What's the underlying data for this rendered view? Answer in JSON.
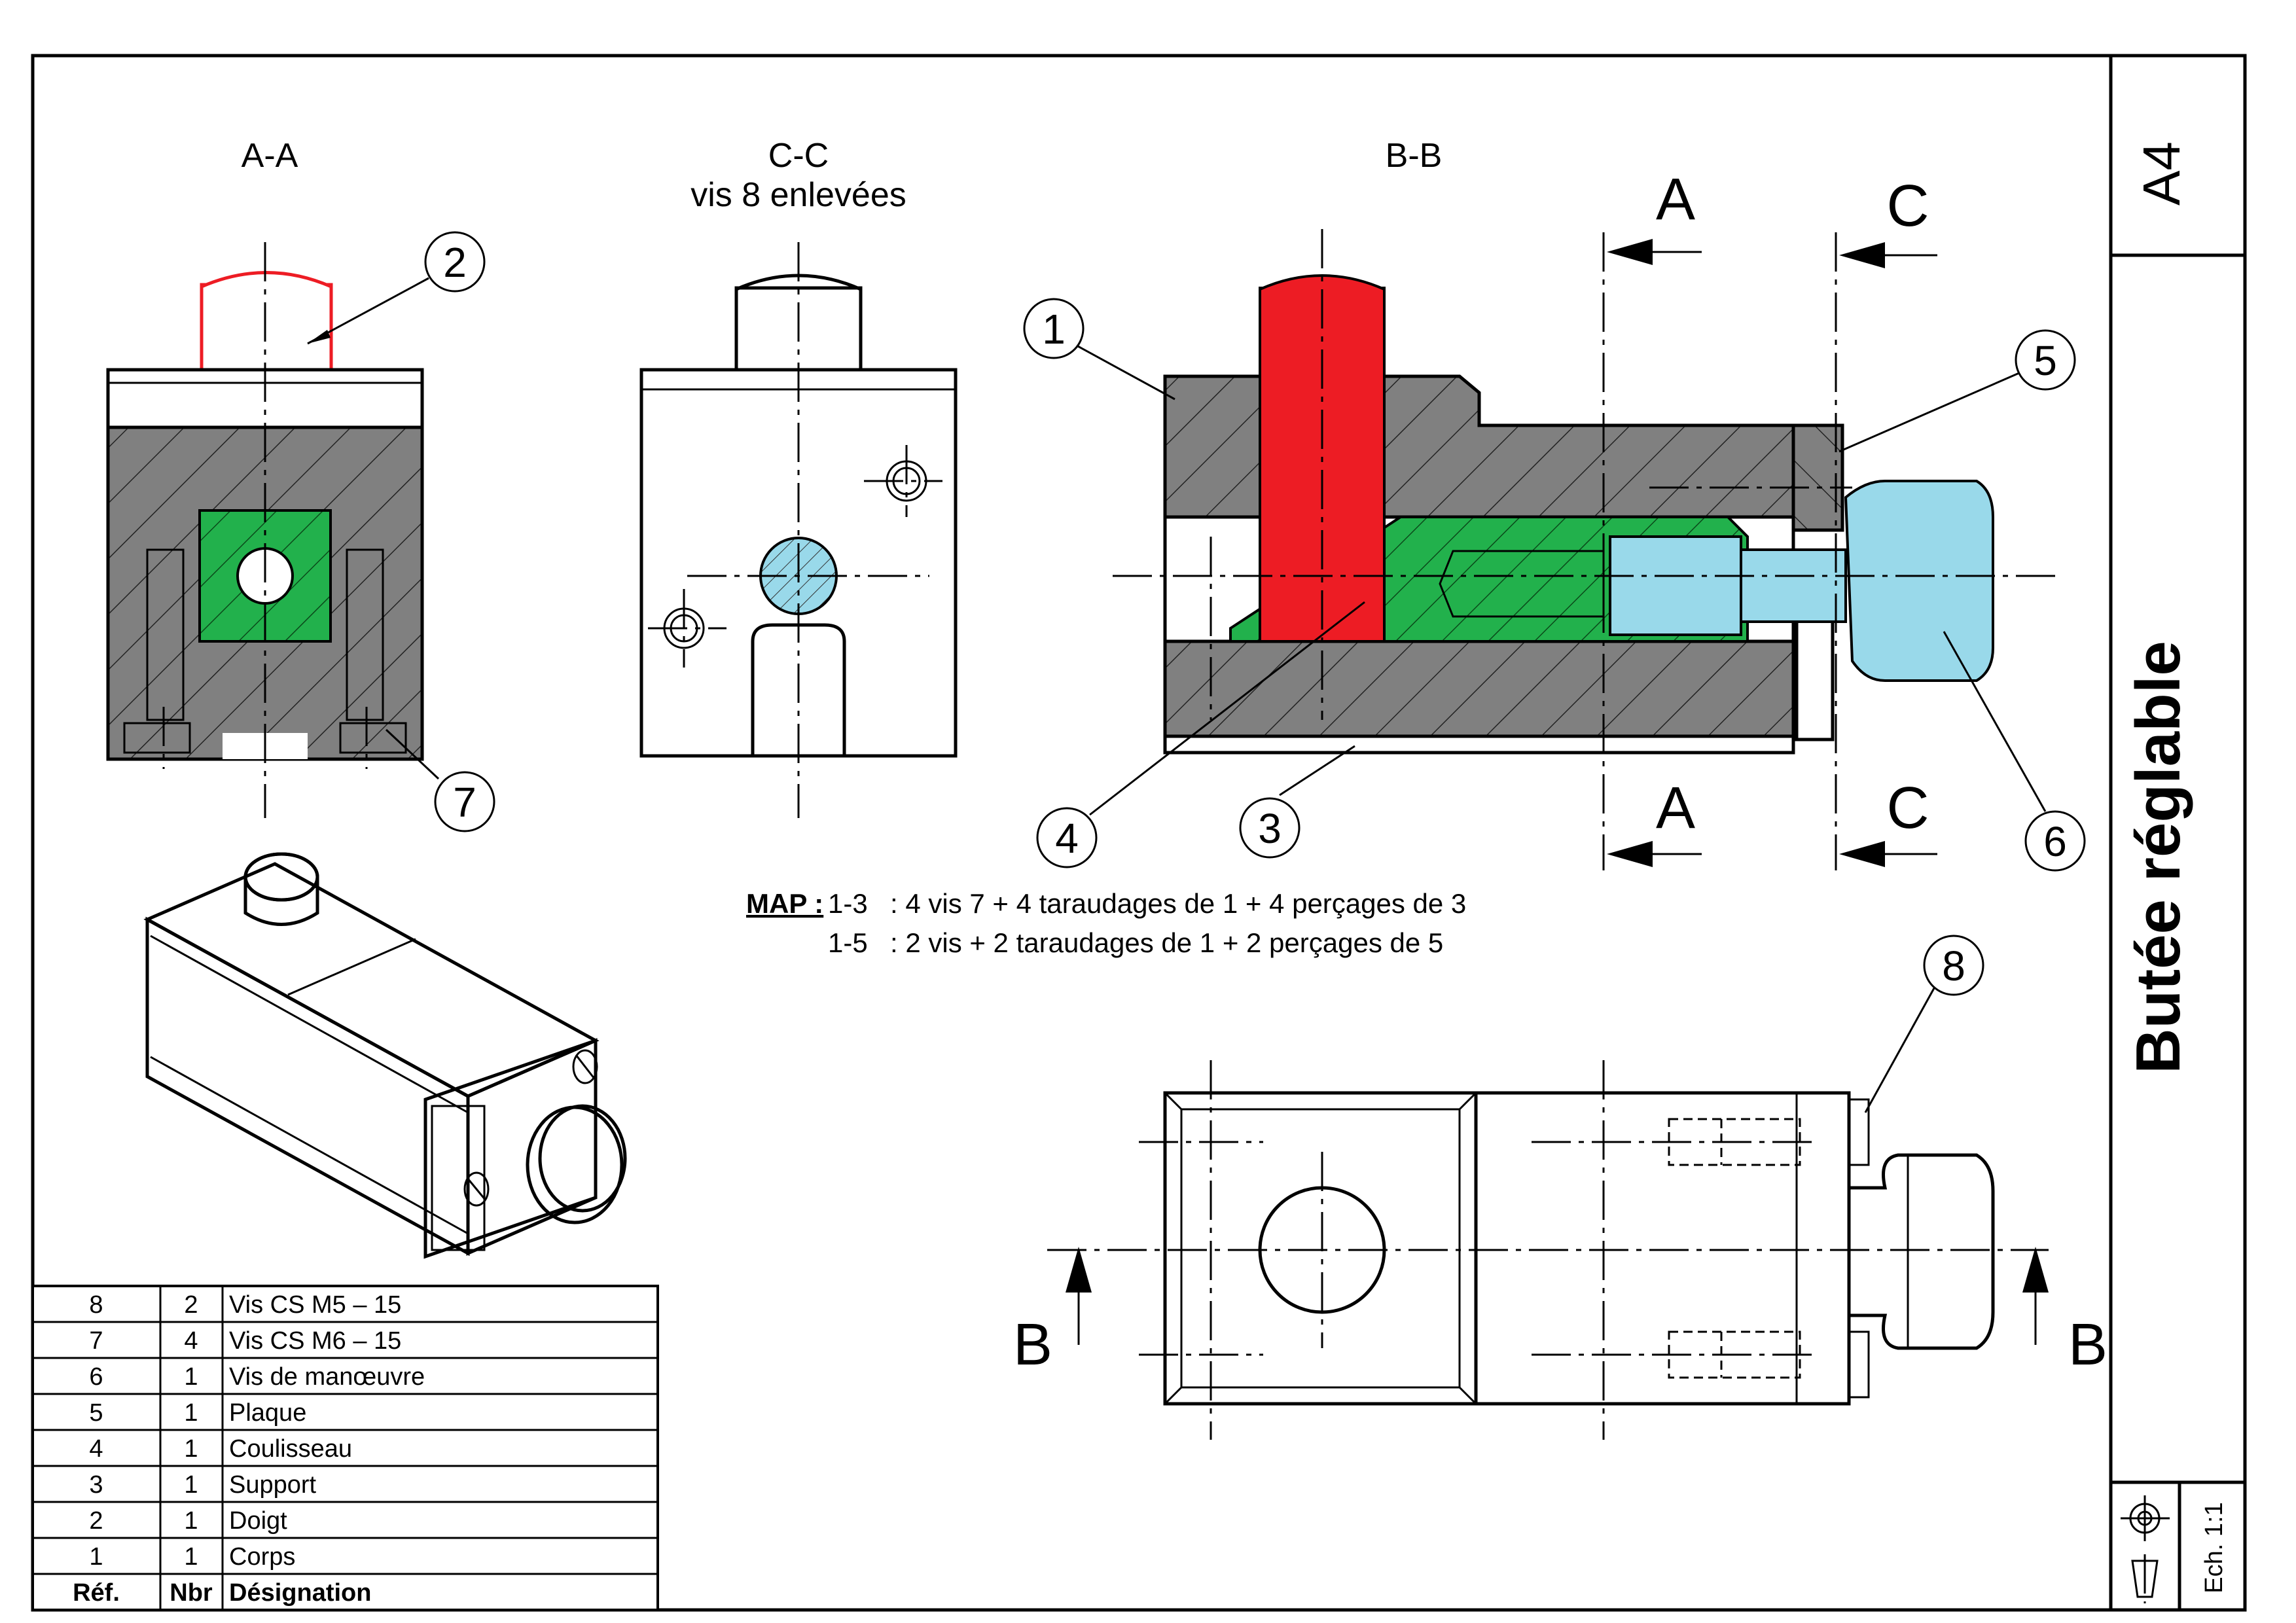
{
  "sheet": {
    "format": "A4",
    "title": "Butée réglable",
    "scale": "Ech. 1:1"
  },
  "views": {
    "aa": "A-A",
    "cc": "C-C",
    "cc_note": "vis 8 enlevées",
    "bb": "B-B",
    "cut_a": "A",
    "cut_c": "C",
    "cut_b": "B"
  },
  "balloons": [
    "1",
    "2",
    "3",
    "4",
    "5",
    "6",
    "7",
    "8"
  ],
  "map": {
    "label": "MAP :",
    "lines": [
      {
        "ref": "1-3",
        "text": ": 4 vis 7 + 4 taraudages de 1 + 4 perçages de 3"
      },
      {
        "ref": "1-5",
        "text": ": 2 vis + 2 taraudages de 1 + 2 perçages de 5"
      }
    ]
  },
  "colors": {
    "doigt": "#ED1C24",
    "coulisseau": "#22B14C",
    "vis_manoeuvre": "#99D9EA",
    "section_hatch": "#808080"
  },
  "bom": {
    "header": {
      "ref": "Réf.",
      "nbr": "Nbr",
      "designation": "Désignation"
    },
    "rows": [
      {
        "ref": "8",
        "nbr": "2",
        "designation": "Vis CS M5 – 15"
      },
      {
        "ref": "7",
        "nbr": "4",
        "designation": "Vis CS M6 – 15"
      },
      {
        "ref": "6",
        "nbr": "1",
        "designation": "Vis de manœuvre"
      },
      {
        "ref": "5",
        "nbr": "1",
        "designation": "Plaque"
      },
      {
        "ref": "4",
        "nbr": "1",
        "designation": "Coulisseau"
      },
      {
        "ref": "3",
        "nbr": "1",
        "designation": "Support"
      },
      {
        "ref": "2",
        "nbr": "1",
        "designation": "Doigt"
      },
      {
        "ref": "1",
        "nbr": "1",
        "designation": "Corps"
      }
    ]
  },
  "icons": [
    "projection-circle-icon",
    "projection-cone-icon"
  ]
}
